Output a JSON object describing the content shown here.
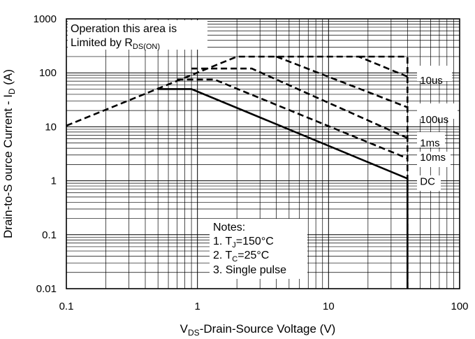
{
  "chart_data": {
    "type": "line",
    "scale": {
      "x": "log",
      "y": "log"
    },
    "xlim": [
      0.1,
      100
    ],
    "ylim": [
      0.01,
      1000
    ],
    "x_ticks": [
      {
        "value": 0.1,
        "label": "0.1"
      },
      {
        "value": 1,
        "label": "1"
      },
      {
        "value": 10,
        "label": "10"
      },
      {
        "value": 100,
        "label": "100"
      }
    ],
    "y_ticks": [
      {
        "value": 0.01,
        "label": "0.01"
      },
      {
        "value": 0.1,
        "label": "0.1"
      },
      {
        "value": 1,
        "label": "1"
      },
      {
        "value": 10,
        "label": "10"
      },
      {
        "value": 100,
        "label": "100"
      },
      {
        "value": 1000,
        "label": "1000"
      }
    ],
    "xlabel": {
      "pre": "V",
      "sub": "DS",
      "post": "-Drain-Source Voltage (V)"
    },
    "ylabel": {
      "pre": "Drain-to-S ource Current - I",
      "sub": "D",
      "post": " (A)"
    },
    "grid": true,
    "series": [
      {
        "name": "DC",
        "style": "solid",
        "label_at": [
          42,
          1.0
        ],
        "points": [
          [
            0.5,
            50
          ],
          [
            0.9,
            50
          ],
          [
            40,
            1.1
          ]
        ]
      },
      {
        "name": "10ms",
        "style": "dashed",
        "label_at": [
          42,
          2.8
        ],
        "points": [
          [
            0.7,
            75
          ],
          [
            1.35,
            75
          ],
          [
            40,
            2.6
          ]
        ]
      },
      {
        "name": "1ms",
        "style": "dashed",
        "label_at": [
          42,
          5.2
        ],
        "points": [
          [
            0.9,
            120
          ],
          [
            2.6,
            120
          ],
          [
            40,
            6.2
          ]
        ]
      },
      {
        "name": "100us",
        "style": "dashed",
        "label_at": [
          42,
          14
        ],
        "points": [
          [
            4.0,
            200
          ],
          [
            40,
            23
          ]
        ]
      },
      {
        "name": "10us",
        "style": "dashed",
        "label_at": [
          42,
          75
        ],
        "points": [
          [
            0.1,
            10.5
          ],
          [
            2.0,
            200
          ],
          [
            17,
            200
          ],
          [
            40,
            85
          ]
        ]
      },
      {
        "name": "",
        "style": "dashed",
        "points": [
          [
            17,
            200
          ],
          [
            40,
            200
          ]
        ]
      }
    ],
    "vertical_limit": {
      "x": 40,
      "y_from": 0.01,
      "y_to": 200
    },
    "annotations": {
      "top_box": {
        "line1": "Operation this area is",
        "line2_pre": "Limited  by R",
        "line2_sub": "DS(ON)"
      },
      "notes": {
        "title": "Notes:",
        "n1_pre": "1. T",
        "n1_sub": "J",
        "n1_post": "=150°C",
        "n2_pre": "2. T",
        "n2_sub": "C",
        "n2_post": "=25°C",
        "n3": "3. Single pulse"
      }
    }
  }
}
